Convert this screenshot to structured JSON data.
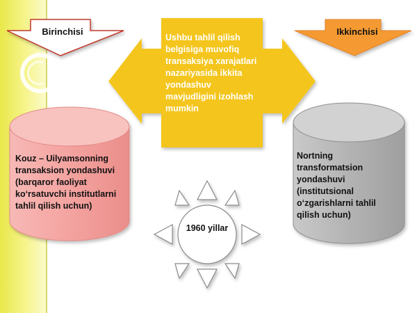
{
  "left_label": "Birinchisi",
  "right_label": "Ikkinchisi",
  "center_text": "Ushbu tahlil qilish belgisiga muvofiq transaksiya xarajatlari nazariyasida ikkita yondashuv mavjudligini izohlash mumkin",
  "left_cylinder_text": "Kouz – Uilyamsonning transaksion yondashuvi (barqaror faoliyat ko‘rsatuvchi institutlarni tahlil qilish uchun)",
  "right_cylinder_text": "Nortning transformatsion yondashuvi (institutsional o‘zgarishlarni tahlil qilish uchun)",
  "sun_text": "1960 yillar",
  "colors": {
    "center_arrow": "#f4c51f",
    "left_cylinder": "#f4a9a6",
    "right_cylinder": "#b4b4b4",
    "right_label_arrow": "#f59a33",
    "left_band": "#eeec63"
  }
}
